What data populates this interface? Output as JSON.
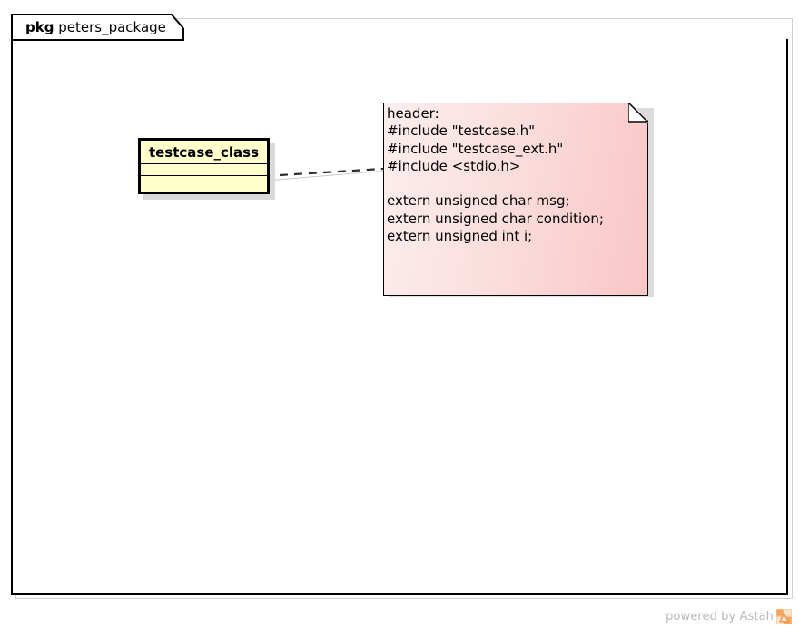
{
  "diagram": {
    "type": "uml-class-diagram",
    "package": {
      "stereotype": "pkg",
      "name": "peters_package"
    },
    "class_node": {
      "name": "testcase_class",
      "attributes": [],
      "operations": [],
      "fill_color": "#ffffcc",
      "border_color": "#000000"
    },
    "note_node": {
      "text": "header:\n#include \"testcase.h\"\n#include \"testcase_ext.h\"\n#include <stdio.h>\n\nextern unsigned char msg;\nextern unsigned char condition;\nextern unsigned int i;",
      "lines": [
        "header:",
        "#include \"testcase.h\"",
        "#include \"testcase_ext.h\"",
        "#include <stdio.h>",
        "",
        "extern unsigned char msg;",
        "extern unsigned char condition;",
        "extern unsigned int i;"
      ],
      "fill_gradient_start": "#fdeeee",
      "fill_gradient_end": "#f9c6c6",
      "border_color": "#000000"
    },
    "connector": {
      "kind": "note-anchor",
      "style": "dashed",
      "color": "#2b2b2b",
      "from": "testcase_class",
      "to": "note_node"
    }
  },
  "footer": {
    "powered_by": "powered by Astah",
    "logo_name": "astah-logo-icon",
    "logo_color": "#f0a35e",
    "text_color": "#b9b9b9"
  }
}
